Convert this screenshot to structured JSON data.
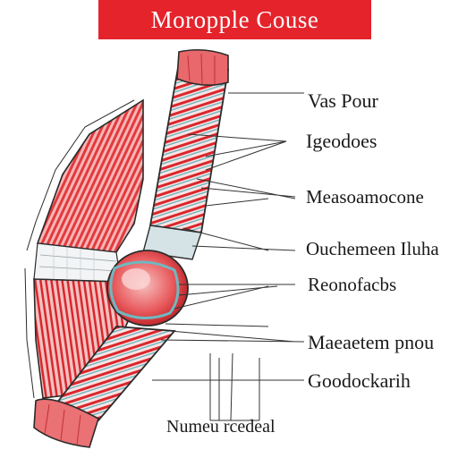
{
  "title": "Moropple Couse",
  "labels": [
    "Vas Pour",
    "Igeodoes",
    "Measoamocone",
    "Ouchemeen Iluha",
    "Reonofacbs",
    "Maeaetem pnou",
    "Goodockarih",
    "Numeu rcedeal"
  ],
  "colors": {
    "accent": "#e4232b",
    "muscle_red": "#e02b2f",
    "stripe_pink": "#f4a3a3",
    "outline": "#2b2b2b",
    "teal_highlight": "#6fb8c0",
    "leader_line": "#333333"
  }
}
